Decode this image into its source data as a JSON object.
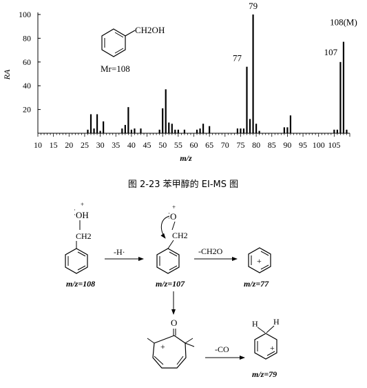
{
  "chart_data": {
    "type": "bar",
    "title": "",
    "ylabel": "RA",
    "xlabel": "m/z",
    "xlim": [
      10,
      110
    ],
    "ylim": [
      0,
      100
    ],
    "x_ticks": [
      10,
      15,
      20,
      25,
      30,
      35,
      40,
      45,
      50,
      55,
      60,
      65,
      70,
      75,
      80,
      85,
      90,
      95,
      100,
      105
    ],
    "y_ticks": [
      20,
      40,
      60,
      80,
      100
    ],
    "peaks": [
      {
        "mz": 26,
        "ra": 3
      },
      {
        "mz": 27,
        "ra": 16
      },
      {
        "mz": 28,
        "ra": 4
      },
      {
        "mz": 29,
        "ra": 16
      },
      {
        "mz": 30,
        "ra": 2
      },
      {
        "mz": 31,
        "ra": 10
      },
      {
        "mz": 37,
        "ra": 4
      },
      {
        "mz": 38,
        "ra": 7
      },
      {
        "mz": 39,
        "ra": 22
      },
      {
        "mz": 40,
        "ra": 3
      },
      {
        "mz": 41,
        "ra": 4
      },
      {
        "mz": 43,
        "ra": 4
      },
      {
        "mz": 49,
        "ra": 3
      },
      {
        "mz": 50,
        "ra": 21
      },
      {
        "mz": 51,
        "ra": 37
      },
      {
        "mz": 52,
        "ra": 9
      },
      {
        "mz": 53,
        "ra": 8
      },
      {
        "mz": 54,
        "ra": 3
      },
      {
        "mz": 55,
        "ra": 3
      },
      {
        "mz": 57,
        "ra": 3
      },
      {
        "mz": 61,
        "ra": 3
      },
      {
        "mz": 62,
        "ra": 4
      },
      {
        "mz": 63,
        "ra": 8
      },
      {
        "mz": 65,
        "ra": 6
      },
      {
        "mz": 74,
        "ra": 4
      },
      {
        "mz": 75,
        "ra": 4
      },
      {
        "mz": 76,
        "ra": 4
      },
      {
        "mz": 77,
        "ra": 56
      },
      {
        "mz": 78,
        "ra": 12
      },
      {
        "mz": 79,
        "ra": 100
      },
      {
        "mz": 80,
        "ra": 8
      },
      {
        "mz": 81,
        "ra": 2
      },
      {
        "mz": 89,
        "ra": 5
      },
      {
        "mz": 90,
        "ra": 5
      },
      {
        "mz": 91,
        "ra": 15
      },
      {
        "mz": 105,
        "ra": 3
      },
      {
        "mz": 106,
        "ra": 3
      },
      {
        "mz": 107,
        "ra": 60
      },
      {
        "mz": 108,
        "ra": 77
      },
      {
        "mz": 109,
        "ra": 3
      }
    ],
    "peak_labels": [
      {
        "mz": 77,
        "text": "77"
      },
      {
        "mz": 79,
        "text": "79"
      },
      {
        "mz": 107,
        "text": "107"
      },
      {
        "mz": 108,
        "text": "108(M)"
      }
    ],
    "inset_formula": "CH2OH",
    "inset_mr_label": "Mr=108"
  },
  "figure_caption": "图 2-23   苯甲醇的 EI-MS 图",
  "scheme": {
    "reagent_H": "-H·",
    "reagent_CH2O": "-CH2O",
    "reagent_CO": "-CO",
    "label_108": "m/z=108",
    "label_107": "m/z=107",
    "label_77": "m/z=77",
    "label_79": "m/z=79",
    "oh": "OH",
    "o": "O",
    "ch2": "CH2",
    "h": "H"
  }
}
